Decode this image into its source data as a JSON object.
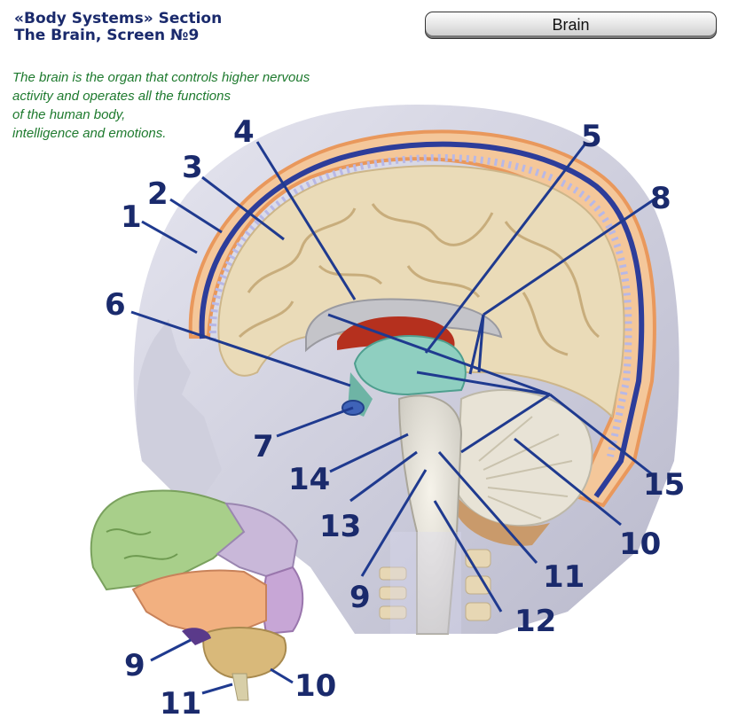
{
  "header": {
    "section_line": "«Body Systems» Section",
    "screen_line": "The Brain, Screen №9"
  },
  "intro": {
    "lines": [
      "The brain is the organ that controls higher nervous",
      "activity and operates all the functions",
      "of the human body,",
      "intelligence and emotions."
    ]
  },
  "topic_button": {
    "label": "Brain"
  },
  "section_labels": [
    "1",
    "2",
    "3",
    "4",
    "5",
    "6",
    "7",
    "8",
    "9",
    "10",
    "11",
    "12",
    "13",
    "14",
    "15"
  ],
  "lobes_labels": [
    "9",
    "10",
    "11"
  ],
  "colors": {
    "header_text": "#1a2a6c",
    "intro_text": "#1e7a2e",
    "label_lines": "#1f3a8f",
    "brain_tissue": "#eadbb8",
    "frontal_lobe": "#a8cf8a",
    "parietal_lobe": "#c9b8d9",
    "temporal_lobe": "#f2b080",
    "occipital_lobe": "#c7a6d6",
    "cerebellum": "#d9b97a"
  }
}
